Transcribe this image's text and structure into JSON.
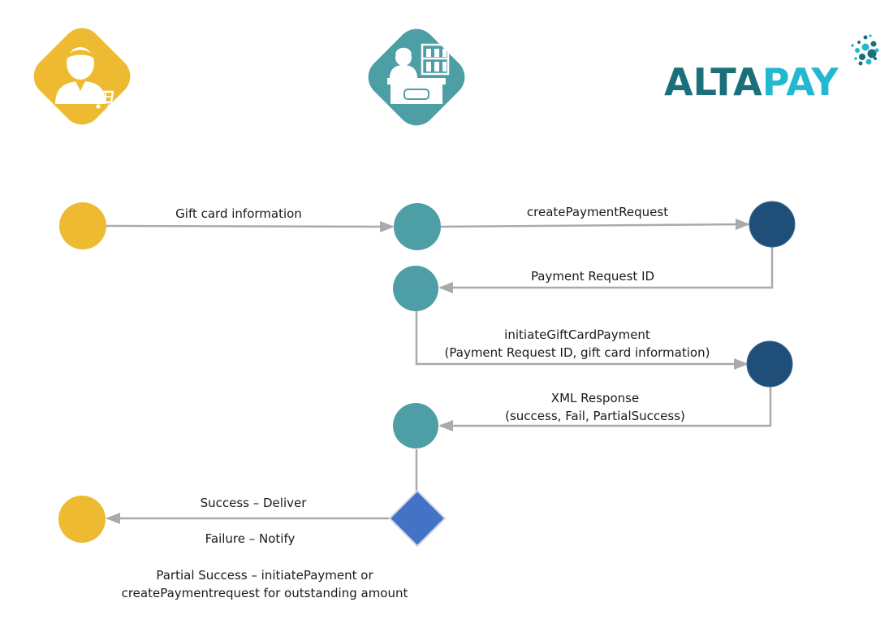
{
  "colors": {
    "customer": "#EDBA32",
    "merchant": "#4E9EA6",
    "altapay": "#1F4E79",
    "decision": "#4472C4",
    "arrow": "#AAAAAA",
    "logo_dark": "#1A6F7A",
    "logo_light": "#22B8D0"
  },
  "icons": {
    "customer": "customer-with-cart-icon",
    "merchant": "shop-merchant-icon"
  },
  "logo": {
    "part1": "ALTA",
    "part2": "PAY"
  },
  "labels": {
    "gift_card_info": "Gift card information",
    "create_payment_request": "createPaymentRequest",
    "payment_request_id": "Payment Request ID",
    "initiate_gc_line1": "initiateGiftCardPayment",
    "initiate_gc_line2": "(Payment Request ID, gift card information)",
    "xml_line1": "XML Response",
    "xml_line2": "(success, Fail, PartialSuccess)",
    "success_deliver": "Success – Deliver",
    "failure_notify": "Failure – Notify",
    "partial_line1": "Partial Success – initiatePayment or",
    "partial_line2": "createPaymentrequest for outstanding amount"
  }
}
